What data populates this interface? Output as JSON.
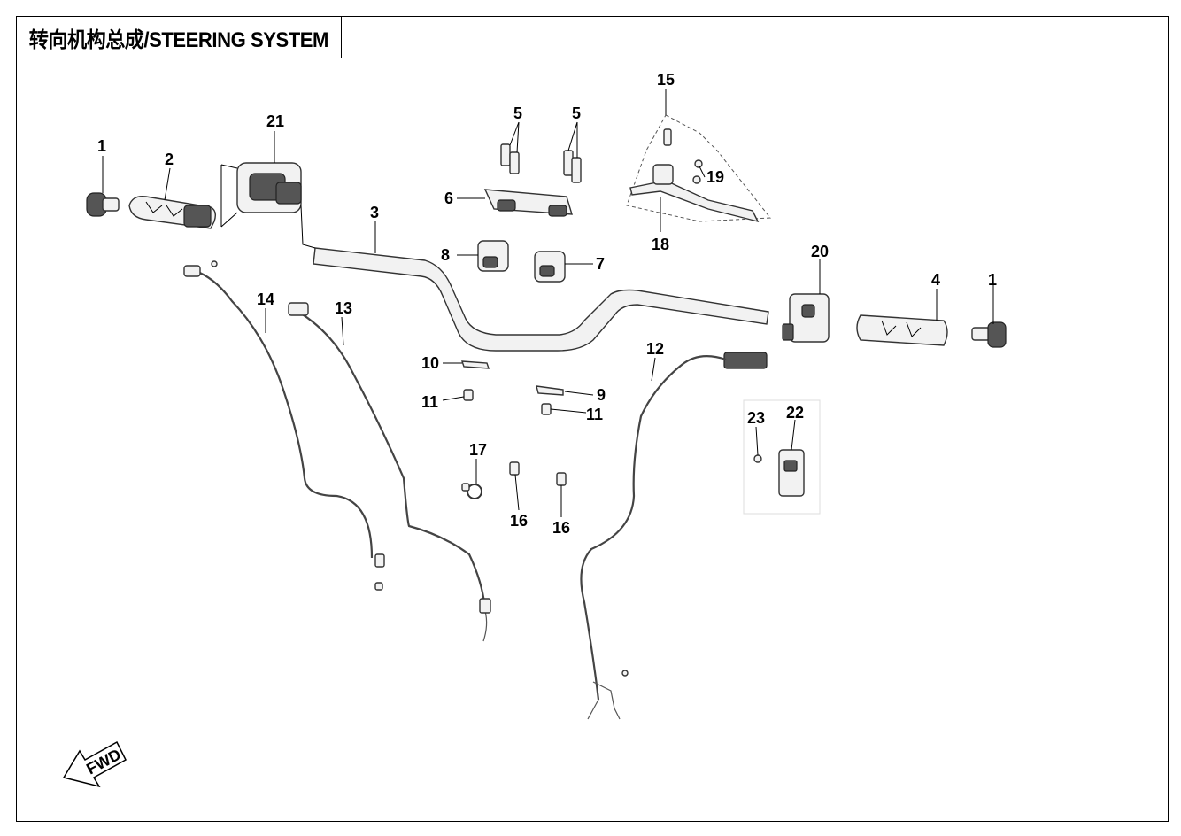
{
  "title": "转向机构总成/STEERING SYSTEM",
  "fwd_label": "FWD",
  "callouts": {
    "c1a": "1",
    "c1b": "1",
    "c2": "2",
    "c3": "3",
    "c4": "4",
    "c5a": "5",
    "c5b": "5",
    "c6": "6",
    "c7": "7",
    "c8": "8",
    "c9": "9",
    "c10": "10",
    "c11a": "11",
    "c11b": "11",
    "c12": "12",
    "c13": "13",
    "c14": "14",
    "c15": "15",
    "c16a": "16",
    "c16b": "16",
    "c17": "17",
    "c18": "18",
    "c19": "19",
    "c20": "20",
    "c21": "21",
    "c22": "22",
    "c23": "23"
  },
  "colors": {
    "line": "#000000",
    "part_fill": "#f2f2f2",
    "part_stroke": "#333333"
  }
}
